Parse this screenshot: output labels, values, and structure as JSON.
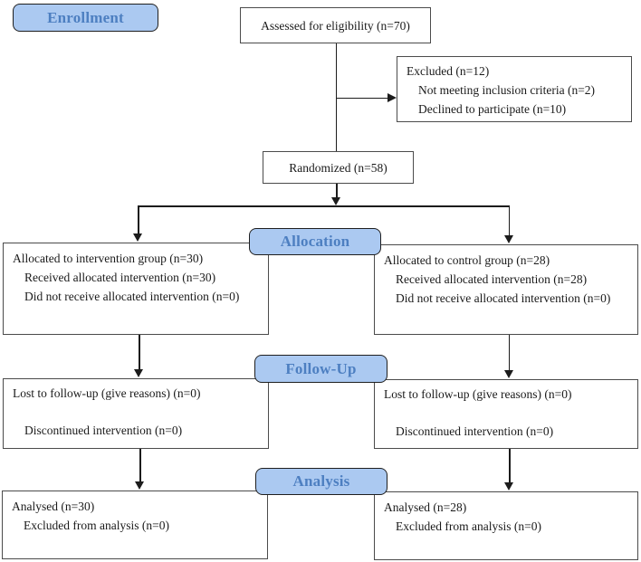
{
  "diagram_type": "consort-flow-diagram",
  "stages": {
    "enrollment": "Enrollment",
    "allocation": "Allocation",
    "followup": "Follow-Up",
    "analysis": "Analysis"
  },
  "boxes": {
    "assessed": {
      "label": "Assessed for eligibility (n=70)"
    },
    "excluded": {
      "lines": [
        "Excluded (n=12)",
        "Not meeting inclusion criteria (n=2)",
        "Declined to participate (n=10)"
      ]
    },
    "randomized": {
      "label": "Randomized (n=58)"
    },
    "allocation_left": {
      "lines": [
        "Allocated to intervention group (n=30)",
        "Received allocated intervention (n=30)",
        "Did not receive allocated intervention (n=0)"
      ]
    },
    "allocation_right": {
      "lines": [
        "Allocated to control group (n=28)",
        "Received allocated intervention (n=28)",
        "Did not receive allocated intervention (n=0)"
      ]
    },
    "followup_left": {
      "lines": [
        "Lost to follow-up (give reasons) (n=0)",
        "Discontinued intervention (n=0)"
      ]
    },
    "followup_right": {
      "lines": [
        "Lost to follow-up (give reasons) (n=0)",
        "Discontinued intervention (n=0)"
      ]
    },
    "analysis_left": {
      "lines": [
        "Analysed (n=30)",
        "Excluded from analysis (n=0)"
      ]
    },
    "analysis_right": {
      "lines": [
        "Analysed (n=28)",
        "Excluded from analysis (n=0)"
      ]
    }
  },
  "colors": {
    "stage_fill": "#abc9f1",
    "stage_text": "#4d7fc1",
    "stage_border": "#1f1f1f",
    "box_border": "#4b4b4b",
    "line": "#1c1c1c"
  }
}
